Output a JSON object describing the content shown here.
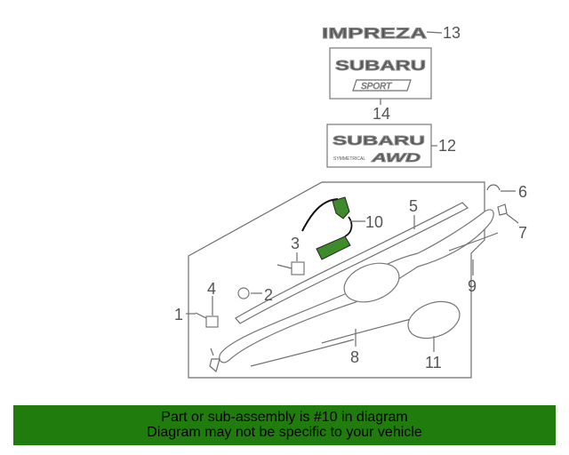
{
  "badges": {
    "impreza": "IMPREZA",
    "subaru_top": "SUBARU",
    "sport": "SPORT",
    "subaru_bottom": "SUBARU",
    "awd_small": "SYMMETRICAL",
    "awd": "AWD"
  },
  "callouts": {
    "c1": "1",
    "c2": "2",
    "c3": "3",
    "c4": "4",
    "c5": "5",
    "c6": "6",
    "c7": "7",
    "c8": "8",
    "c9": "9",
    "c10": "10",
    "c11": "11",
    "c12": "12",
    "c13": "13",
    "c14": "14"
  },
  "highlight_part": "10",
  "colors": {
    "highlight": "#3f8a2a",
    "banner": "#207d0d",
    "linework": "#6e6e6e"
  },
  "notice": {
    "line1": "Part or sub-assembly is #10 in diagram",
    "line2": "Diagram may not be specific to your vehicle"
  }
}
